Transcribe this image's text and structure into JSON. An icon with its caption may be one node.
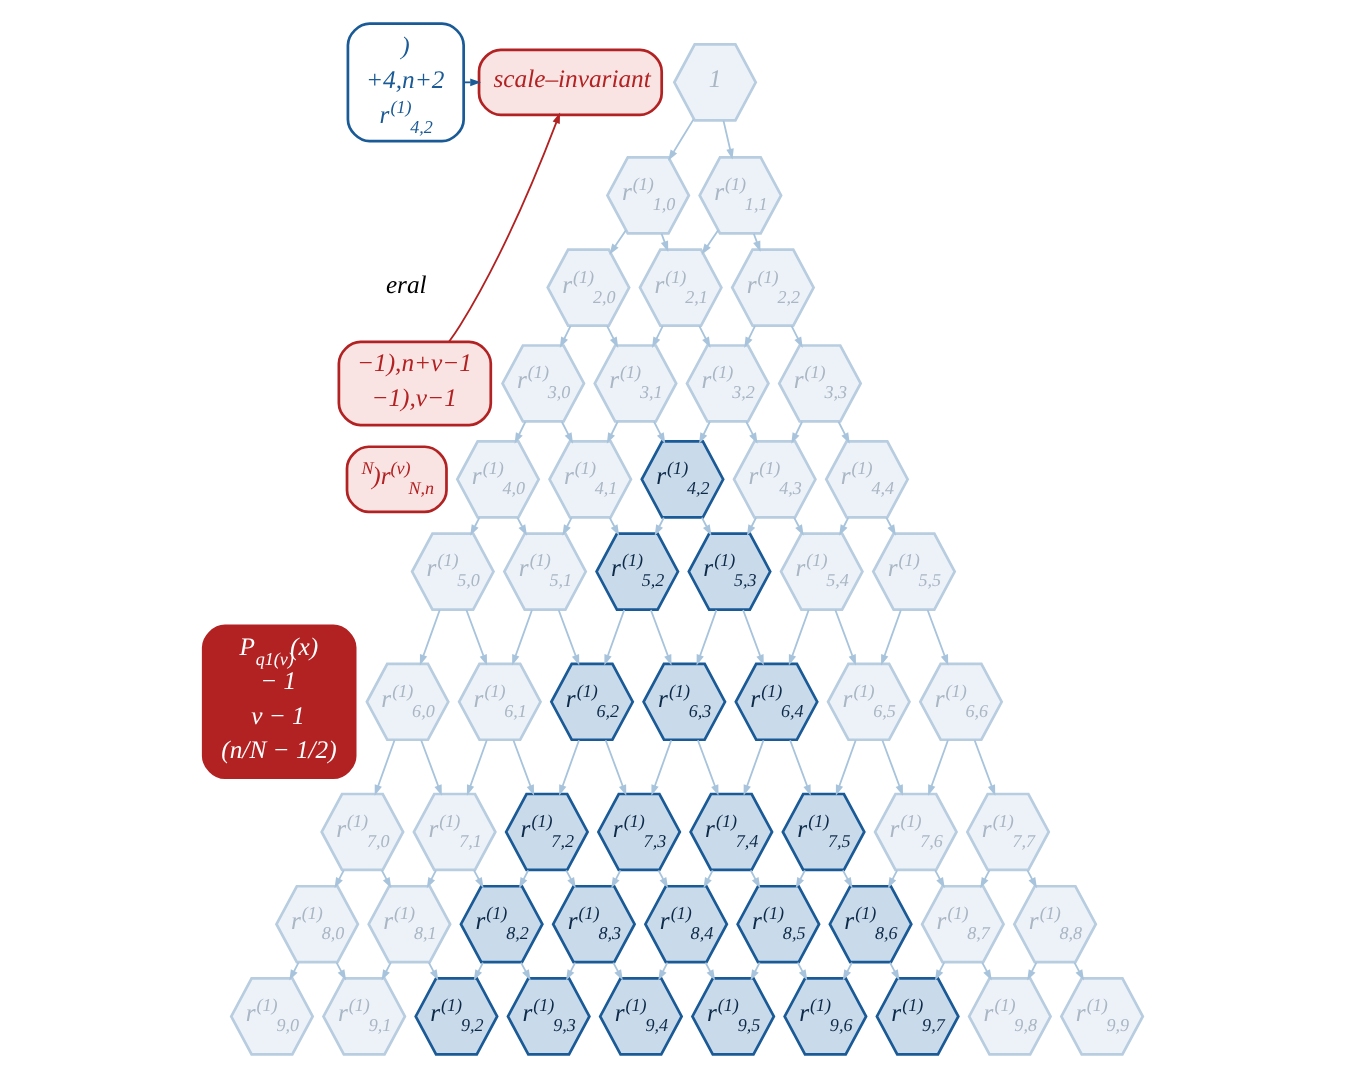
{
  "diagram": {
    "nodes": [
      {
        "text": [
          ")",
          "+4,n+2",
          "r$^{(1)}$$_{4,2}$"
        ]
      },
      {
        "text": [
          "scale–invariant"
        ]
      },
      {
        "text": [
          "−1),n+ν−1",
          "−1),ν−1"
        ]
      },
      {
        "text": [
          "$^{N}$)r$^{(ν)}$$_{N,n}$"
        ]
      },
      {
        "text": [
          "P$_{q1(ν)}$(x)",
          "− 1",
          "ν − 1",
          "(n/N − 1/2)"
        ]
      },
      {
        "text": [
          "1"
        ]
      },
      {
        "text": [
          "r$^{(1)}$$_{1,0}$"
        ]
      },
      {
        "text": [
          "r$^{(1)}$$_{1,1}$"
        ]
      },
      {
        "text": [
          "r$^{(1)}$$_{2,0}$"
        ]
      },
      {
        "text": [
          "r$^{(1)}$$_{2,1}$"
        ]
      },
      {
        "text": [
          "r$^{(1)}$$_{2,2}$"
        ]
      },
      {
        "text": [
          "r$^{(1)}$$_{3,0}$"
        ]
      },
      {
        "text": [
          "r$^{(1)}$$_{3,1}$"
        ]
      },
      {
        "text": [
          "r$^{(1)}$$_{3,2}$"
        ]
      },
      {
        "text": [
          "r$^{(1)}$$_{3,3}$"
        ]
      },
      {
        "text": [
          "r$^{(1)}$$_{4,0}$"
        ]
      },
      {
        "text": [
          "r$^{(1)}$$_{4,1}$"
        ]
      },
      {
        "text": [
          "r$^{(1)}$$_{4,2}$"
        ]
      },
      {
        "text": [
          "r$^{(1)}$$_{4,3}$"
        ]
      },
      {
        "text": [
          "r$^{(1)}$$_{4,4}$"
        ]
      },
      {
        "text": [
          "r$^{(1)}$$_{5,0}$"
        ]
      },
      {
        "text": [
          "r$^{(1)}$$_{5,1}$"
        ]
      },
      {
        "text": [
          "r$^{(1)}$$_{5,2}$"
        ]
      },
      {
        "text": [
          "r$^{(1)}$$_{5,3}$"
        ]
      },
      {
        "text": [
          "r$^{(1)}$$_{5,4}$"
        ]
      },
      {
        "text": [
          "r$^{(1)}$$_{5,5}$"
        ]
      },
      {
        "text": [
          "r$^{(1)}$$_{6,0}$"
        ]
      },
      {
        "text": [
          "r$^{(1)}$$_{6,1}$"
        ]
      },
      {
        "text": [
          "r$^{(1)}$$_{6,2}$"
        ]
      },
      {
        "text": [
          "r$^{(1)}$$_{6,3}$"
        ]
      },
      {
        "text": [
          "r$^{(1)}$$_{6,4}$"
        ]
      },
      {
        "text": [
          "r$^{(1)}$$_{6,5}$"
        ]
      },
      {
        "text": [
          "r$^{(1)}$$_{6,6}$"
        ]
      },
      {
        "text": [
          "r$^{(1)}$$_{7,0}$"
        ]
      },
      {
        "text": [
          "r$^{(1)}$$_{7,1}$"
        ]
      },
      {
        "text": [
          "r$^{(1)}$$_{7,2}$"
        ]
      },
      {
        "text": [
          "r$^{(1)}$$_{7,3}$"
        ]
      },
      {
        "text": [
          "r$^{(1)}$$_{7,4}$"
        ]
      },
      {
        "text": [
          "r$^{(1)}$$_{7,5}$"
        ]
      },
      {
        "text": [
          "r$^{(1)}$$_{7,6}$"
        ]
      },
      {
        "text": [
          "r$^{(1)}$$_{7,7}$"
        ]
      },
      {
        "text": [
          "r$^{(1)}$$_{8,0}$"
        ]
      },
      {
        "text": [
          "r$^{(1)}$$_{8,1}$"
        ]
      },
      {
        "text": [
          "r$^{(1)}$$_{8,2}$"
        ]
      },
      {
        "text": [
          "r$^{(1)}$$_{8,3}$"
        ]
      },
      {
        "text": [
          "r$^{(1)}$$_{8,4}$"
        ]
      },
      {
        "text": [
          "r$^{(1)}$$_{8,5}$"
        ]
      },
      {
        "text": [
          "r$^{(1)}$$_{8,6}$"
        ]
      },
      {
        "text": [
          "r$^{(1)}$$_{8,7}$"
        ]
      },
      {
        "text": [
          "r$^{(1)}$$_{8,8}$"
        ]
      },
      {
        "text": [
          "r$^{(1)}$$_{9,0}$"
        ]
      },
      {
        "text": [
          "r$^{(1)}$$_{9,1}$"
        ]
      },
      {
        "text": [
          "r$^{(1)}$$_{9,2}$"
        ]
      },
      {
        "text": [
          "r$^{(1)}$$_{9,3}$"
        ]
      },
      {
        "text": [
          "r$^{(1)}$$_{9,4}$"
        ]
      },
      {
        "text": [
          "r$^{(1)}$$_{9,5}$"
        ]
      },
      {
        "text": [
          "r$^{(1)}$$_{9,6}$"
        ]
      },
      {
        "text": [
          "r$^{(1)}$$_{9,7}$"
        ]
      },
      {
        "text": [
          "r$^{(1)}$$_{9,8}$"
        ]
      },
      {
        "text": [
          "r$^{(1)}$$_{9,9}$"
        ]
      }
    ],
    "edges": [
      {
        "from": 0,
        "to": 1,
        "arrow": "to",
        "color": "#1a5a96"
      },
      {
        "from": 2,
        "to": 1,
        "arrow": "to",
        "color": "#b22222"
      },
      {
        "from": 5,
        "to": 6,
        "arrow": "to"
      },
      {
        "from": 5,
        "to": 7,
        "arrow": "to"
      },
      {
        "from": 6,
        "to": 8,
        "arrow": "to"
      },
      {
        "from": 6,
        "to": 9,
        "arrow": "to"
      },
      {
        "from": 7,
        "to": 9,
        "arrow": "to"
      },
      {
        "from": 7,
        "to": 10,
        "arrow": "to"
      },
      {
        "from": 8,
        "to": 11,
        "arrow": "to"
      },
      {
        "from": 8,
        "to": 12,
        "arrow": "to"
      },
      {
        "from": 9,
        "to": 12,
        "arrow": "to"
      },
      {
        "from": 9,
        "to": 13,
        "arrow": "to"
      },
      {
        "from": 10,
        "to": 13,
        "arrow": "to"
      },
      {
        "from": 10,
        "to": 14,
        "arrow": "to"
      },
      {
        "from": 11,
        "to": 15,
        "arrow": "to"
      },
      {
        "from": 11,
        "to": 16,
        "arrow": "to"
      },
      {
        "from": 12,
        "to": 16,
        "arrow": "to"
      },
      {
        "from": 12,
        "to": 17,
        "arrow": "to"
      },
      {
        "from": 13,
        "to": 17,
        "arrow": "to"
      },
      {
        "from": 13,
        "to": 18,
        "arrow": "to"
      },
      {
        "from": 14,
        "to": 18,
        "arrow": "to"
      },
      {
        "from": 14,
        "to": 19,
        "arrow": "to"
      },
      {
        "from": 15,
        "to": 20,
        "arrow": "to"
      },
      {
        "from": 15,
        "to": 21,
        "arrow": "to"
      },
      {
        "from": 16,
        "to": 21,
        "arrow": "to"
      },
      {
        "from": 16,
        "to": 22,
        "arrow": "to"
      },
      {
        "from": 17,
        "to": 22,
        "arrow": "to"
      },
      {
        "from": 17,
        "to": 23,
        "arrow": "to"
      },
      {
        "from": 18,
        "to": 23,
        "arrow": "to"
      },
      {
        "from": 18,
        "to": 24,
        "arrow": "to"
      },
      {
        "from": 19,
        "to": 24,
        "arrow": "to"
      },
      {
        "from": 19,
        "to": 25,
        "arrow": "to"
      },
      {
        "from": 20,
        "to": 26,
        "arrow": "to"
      },
      {
        "from": 20,
        "to": 27,
        "arrow": "to"
      },
      {
        "from": 21,
        "to": 27,
        "arrow": "to"
      },
      {
        "from": 21,
        "to": 28,
        "arrow": "to"
      },
      {
        "from": 22,
        "to": 28,
        "arrow": "to"
      },
      {
        "from": 22,
        "to": 29,
        "arrow": "to"
      },
      {
        "from": 23,
        "to": 29,
        "arrow": "to"
      },
      {
        "from": 23,
        "to": 30,
        "arrow": "to"
      },
      {
        "from": 24,
        "to": 30,
        "arrow": "to"
      },
      {
        "from": 24,
        "to": 31,
        "arrow": "to"
      },
      {
        "from": 25,
        "to": 31,
        "arrow": "to"
      },
      {
        "from": 25,
        "to": 32,
        "arrow": "to"
      },
      {
        "from": 26,
        "to": 33,
        "arrow": "to"
      },
      {
        "from": 26,
        "to": 34,
        "arrow": "to"
      },
      {
        "from": 27,
        "to": 34,
        "arrow": "to"
      },
      {
        "from": 27,
        "to": 35,
        "arrow": "to"
      },
      {
        "from": 28,
        "to": 35,
        "arrow": "to"
      },
      {
        "from": 28,
        "to": 36,
        "arrow": "to"
      },
      {
        "from": 29,
        "to": 36,
        "arrow": "to"
      },
      {
        "from": 29,
        "to": 37,
        "arrow": "to"
      },
      {
        "from": 30,
        "to": 37,
        "arrow": "to"
      },
      {
        "from": 30,
        "to": 38,
        "arrow": "to"
      },
      {
        "from": 31,
        "to": 38,
        "arrow": "to"
      },
      {
        "from": 31,
        "to": 39,
        "arrow": "to"
      },
      {
        "from": 32,
        "to": 39,
        "arrow": "to"
      },
      {
        "from": 32,
        "to": 40,
        "arrow": "to"
      },
      {
        "from": 33,
        "to": 41,
        "arrow": "to"
      },
      {
        "from": 33,
        "to": 42,
        "arrow": "to"
      },
      {
        "from": 34,
        "to": 42,
        "arrow": "to"
      },
      {
        "from": 34,
        "to": 43,
        "arrow": "to"
      },
      {
        "from": 35,
        "to": 43,
        "arrow": "to"
      },
      {
        "from": 35,
        "to": 44,
        "arrow": "to"
      },
      {
        "from": 36,
        "to": 44,
        "arrow": "to"
      },
      {
        "from": 36,
        "to": 45,
        "arrow": "to"
      },
      {
        "from": 37,
        "to": 45,
        "arrow": "to"
      },
      {
        "from": 37,
        "to": 46,
        "arrow": "to"
      },
      {
        "from": 38,
        "to": 46,
        "arrow": "to"
      },
      {
        "from": 38,
        "to": 47,
        "arrow": "to"
      },
      {
        "from": 39,
        "to": 47,
        "arrow": "to"
      },
      {
        "from": 39,
        "to": 48,
        "arrow": "to"
      },
      {
        "from": 40,
        "to": 48,
        "arrow": "to"
      },
      {
        "from": 40,
        "to": 49,
        "arrow": "to"
      },
      {
        "from": 41,
        "to": 50,
        "arrow": "to"
      },
      {
        "from": 41,
        "to": 51,
        "arrow": "to"
      },
      {
        "from": 42,
        "to": 51,
        "arrow": "to"
      },
      {
        "from": 42,
        "to": 52,
        "arrow": "to"
      },
      {
        "from": 43,
        "to": 52,
        "arrow": "to"
      },
      {
        "from": 43,
        "to": 53,
        "arrow": "to"
      },
      {
        "from": 44,
        "to": 53,
        "arrow": "to"
      },
      {
        "from": 44,
        "to": 54,
        "arrow": "to"
      },
      {
        "from": 45,
        "to": 54,
        "arrow": "to"
      },
      {
        "from": 45,
        "to": 55,
        "arrow": "to"
      },
      {
        "from": 46,
        "to": 55,
        "arrow": "to"
      },
      {
        "from": 46,
        "to": 56,
        "arrow": "to"
      },
      {
        "from": 47,
        "to": 56,
        "arrow": "to"
      },
      {
        "from": 47,
        "to": 57,
        "arrow": "to"
      },
      {
        "from": 48,
        "to": 57,
        "arrow": "to"
      },
      {
        "from": 48,
        "to": 58,
        "arrow": "to"
      },
      {
        "from": 49,
        "to": 58,
        "arrow": "to"
      },
      {
        "from": 49,
        "to": 59,
        "arrow": "to"
      }
    ],
    "labels": [
      "eral"
    ]
  }
}
